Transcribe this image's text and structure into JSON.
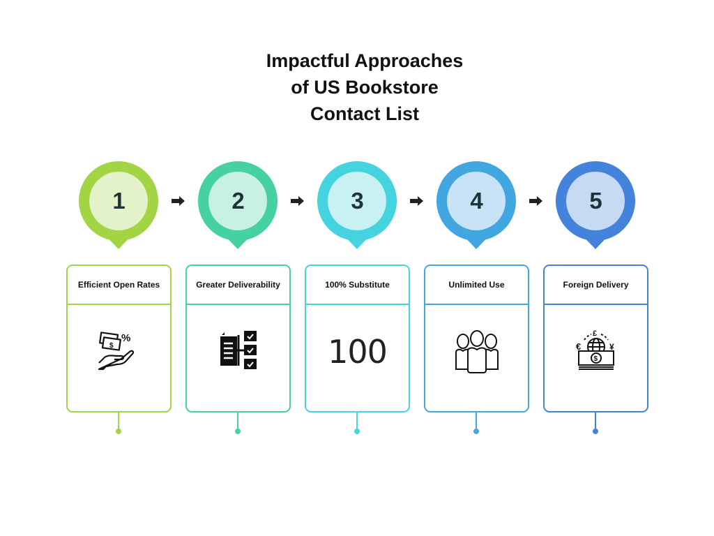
{
  "title": [
    "Impactful Approaches",
    "of US Bookstore",
    "Contact List"
  ],
  "steps": [
    {
      "number": "1",
      "label": "Efficient Open Rates",
      "icon": "hand-money-percent-icon",
      "color": "#a3d443",
      "inner": "#e3f2c8"
    },
    {
      "number": "2",
      "label": "Greater Deliverability",
      "icon": "document-checklist-icon",
      "color": "#45d1a0",
      "inner": "#c8f1e3"
    },
    {
      "number": "3",
      "label": "100% Substitute",
      "icon": "hundred-icon",
      "icon_text": "100",
      "color": "#45d3e0",
      "inner": "#c8f1f4"
    },
    {
      "number": "4",
      "label": "Unlimited Use",
      "icon": "people-group-icon",
      "color": "#42a6e0",
      "inner": "#c7e3f5"
    },
    {
      "number": "5",
      "label": "Foreign Delivery",
      "icon": "global-currency-icon",
      "color": "#4383dc",
      "inner": "#c6daf3"
    }
  ]
}
